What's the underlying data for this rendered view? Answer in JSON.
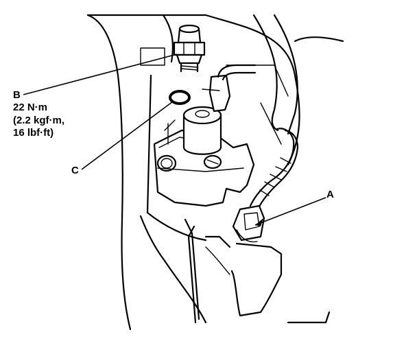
{
  "callouts": {
    "b": {
      "letter": "B",
      "torque_nm": "22 N·m",
      "torque_kgf": "(2.2 kgf·m,",
      "torque_lbf": "16 lbf·ft)"
    },
    "c": {
      "letter": "C"
    },
    "a": {
      "letter": "A"
    }
  }
}
